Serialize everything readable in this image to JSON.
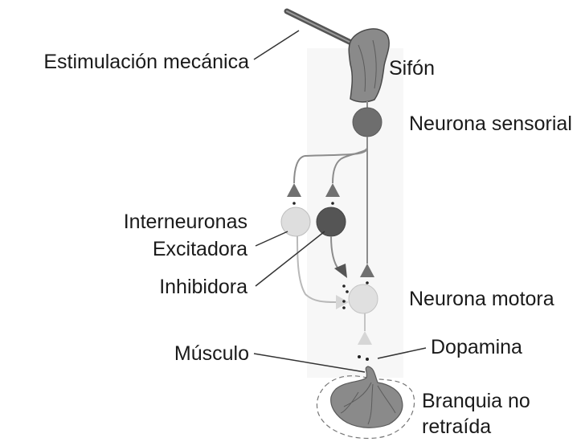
{
  "labels": {
    "stimulus": "Estimulación mecánica",
    "siphon": "Sifón",
    "sensory": "Neurona sensorial",
    "interneurons": "Interneuronas",
    "excitatory": "Excitadora",
    "inhibitory": "Inhibidora",
    "motor": "Neurona motora",
    "dopamine": "Dopamina",
    "muscle": "Músculo",
    "gill_line1": "Branquia no",
    "gill_line2": "retraída"
  },
  "colors": {
    "sensory_neuron": "#6e6e6e",
    "inhibitory_neuron": "#555555",
    "excitatory_neuron": "#dedede",
    "motor_neuron": "#e0e0e0",
    "terminal_dark": "#707070",
    "terminal_light": "#d6d6d6",
    "tissue": "#8a8a8a",
    "axon": "#8c8c8c",
    "text": "#1a1a1a"
  }
}
